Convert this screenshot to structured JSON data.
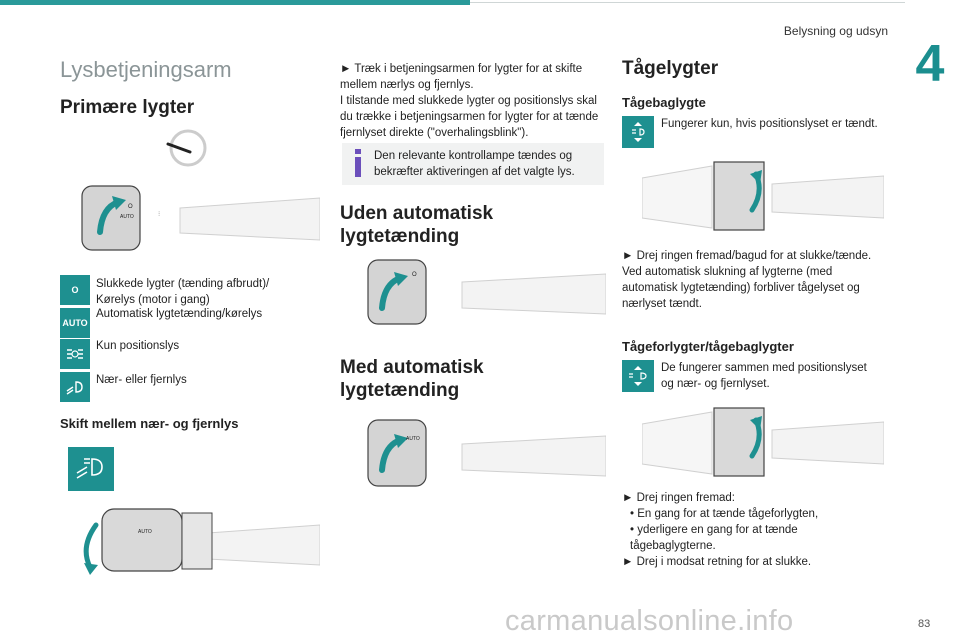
{
  "header": {
    "section": "Belysning og udsyn",
    "chapter": "4"
  },
  "footer": {
    "page": "83",
    "watermark": "carmanualsonline.info"
  },
  "col1": {
    "title": "Lysbetjeningsarm",
    "subtitle": "Primære lygter",
    "items": [
      {
        "icon": "O",
        "text": "Slukkede lygter (tænding afbrudt)/\nKørelys (motor i gang)"
      },
      {
        "icon": "AUTO",
        "text": "Automatisk lygtetænding/kørelys"
      },
      {
        "icon": "",
        "text": "Kun positionslys"
      },
      {
        "icon": "",
        "text": "Nær- eller fjernlys"
      }
    ],
    "switch_heading": "Skift mellem nær- og fjernlys"
  },
  "col2": {
    "para": "► Træk i betjeningsarmen for lygter for at skifte mellem nærlys og fjernlys.\nI tilstande med slukkede lygter og positionslys skal du trække i betjeningsarmen for lygter for at tænde fjernlyset direkte (\"overhalingsblink\").",
    "info": "Den relevante kontrollampe tændes og bekræfter aktiveringen af det valgte lys.",
    "h_uden": "Uden automatisk lygtetænding",
    "h_med": "Med automatisk lygtetænding"
  },
  "col3": {
    "title": "Tågelygter",
    "h_bag": "Tågebaglygte",
    "bag_text": "Fungerer kun, hvis positionslyset er tændt.",
    "bag_para": "► Drej ringen fremad/bagud for at slukke/tænde.\nVed automatisk slukning af lygterne (med automatisk lygtetænding) forbliver tågelyset og nærlyset tændt.",
    "h_for": "Tågeforlygter/tågebaglygter",
    "for_text": "De fungerer sammen med positionslyset og nær- og fjernlyset.",
    "steps": [
      "► Drej ringen fremad:",
      "• En gang for at tænde tågeforlygten,",
      "•  yderligere en gang for at tænde tågebaglygterne.",
      "► Drej i modsat retning for at slukke."
    ]
  },
  "colors": {
    "accent": "#1e9090",
    "title_gray": "#8b9597"
  }
}
